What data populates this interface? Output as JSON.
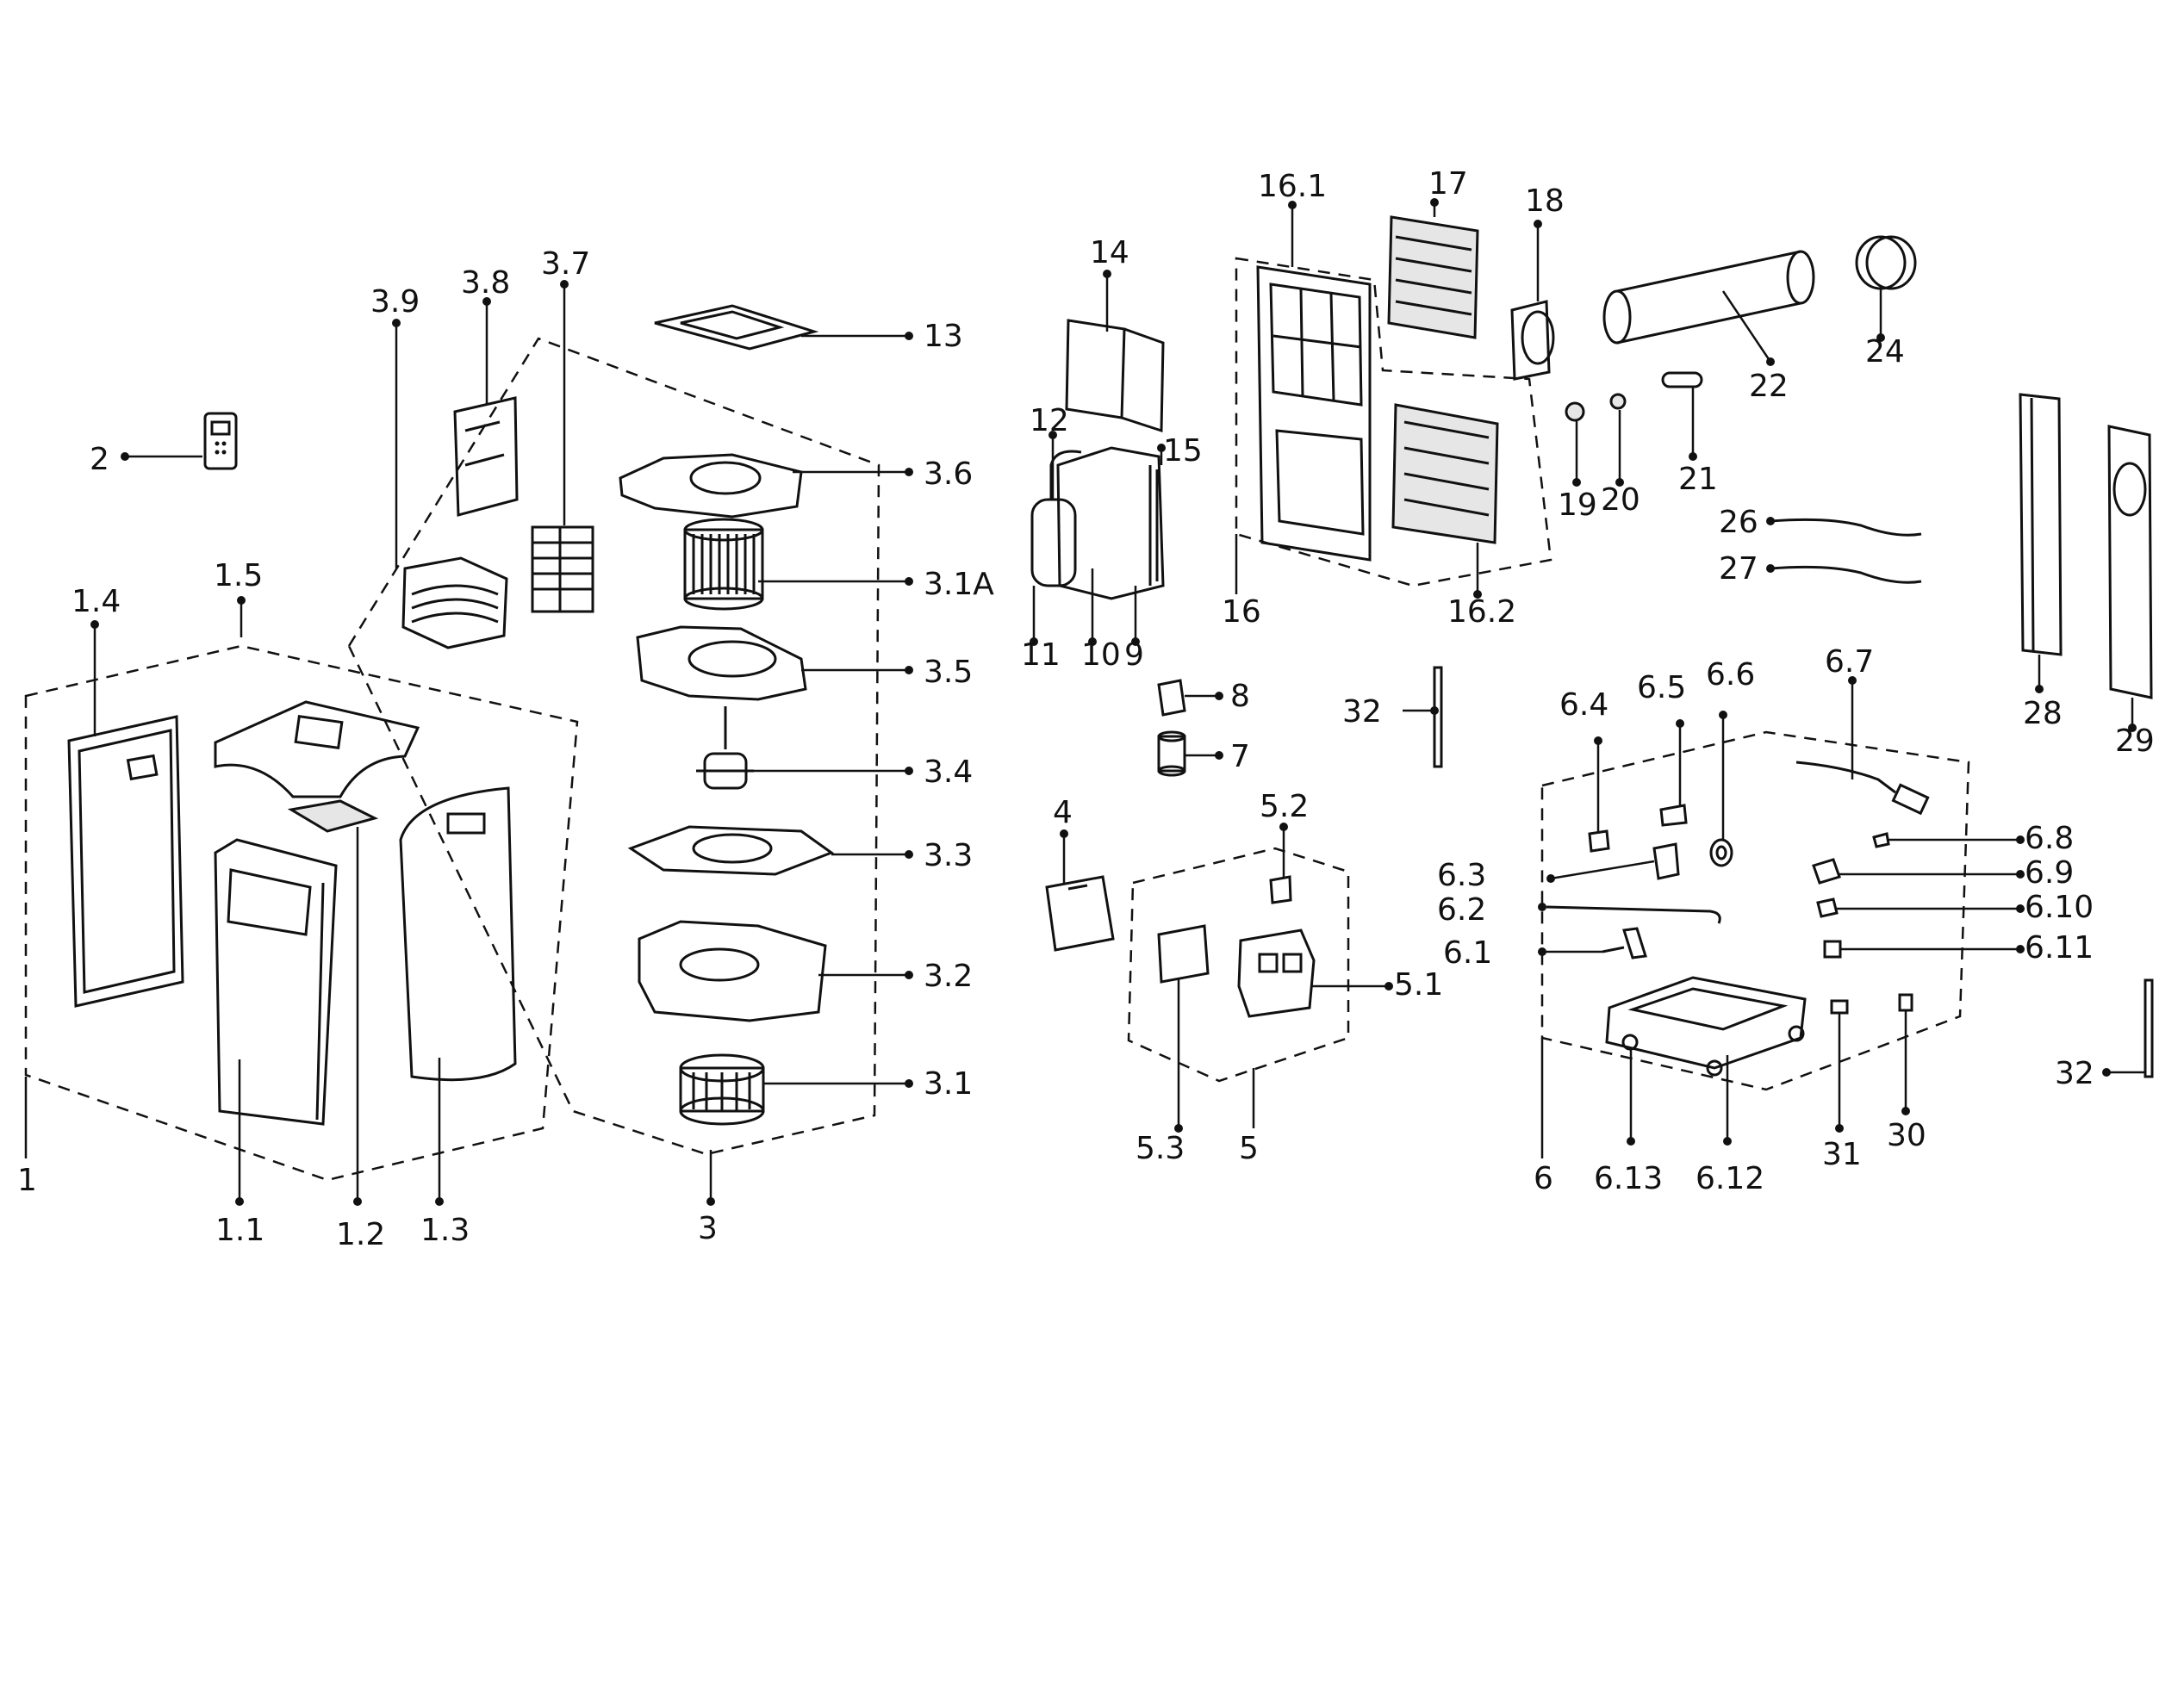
{
  "labels": {
    "p1": "1",
    "p1_1": "1.1",
    "p1_2": "1.2",
    "p1_3": "1.3",
    "p1_4": "1.4",
    "p1_5": "1.5",
    "p2": "2",
    "p3": "3",
    "p3_1": "3.1",
    "p3_1a": "3.1A",
    "p3_2": "3.2",
    "p3_3": "3.3",
    "p3_4": "3.4",
    "p3_5": "3.5",
    "p3_6": "3.6",
    "p3_7": "3.7",
    "p3_8": "3.8",
    "p3_9": "3.9",
    "p4": "4",
    "p5": "5",
    "p5_1": "5.1",
    "p5_2": "5.2",
    "p5_3": "5.3",
    "p6": "6",
    "p6_1": "6.1",
    "p6_2": "6.2",
    "p6_3": "6.3",
    "p6_4": "6.4",
    "p6_5": "6.5",
    "p6_6": "6.6",
    "p6_7": "6.7",
    "p6_8": "6.8",
    "p6_9": "6.9",
    "p6_10": "6.10",
    "p6_11": "6.11",
    "p6_12": "6.12",
    "p6_13": "6.13",
    "p7": "7",
    "p8": "8",
    "p9": "9",
    "p10": "10",
    "p11": "11",
    "p12": "12",
    "p13": "13",
    "p14": "14",
    "p15": "15",
    "p16": "16",
    "p16_1": "16.1",
    "p16_2": "16.2",
    "p17": "17",
    "p18": "18",
    "p19": "19",
    "p20": "20",
    "p21": "21",
    "p22": "22",
    "p24": "24",
    "p26": "26",
    "p27": "27",
    "p28": "28",
    "p29": "29",
    "p30": "30",
    "p31": "31",
    "p32a": "32",
    "p32b": "32"
  }
}
